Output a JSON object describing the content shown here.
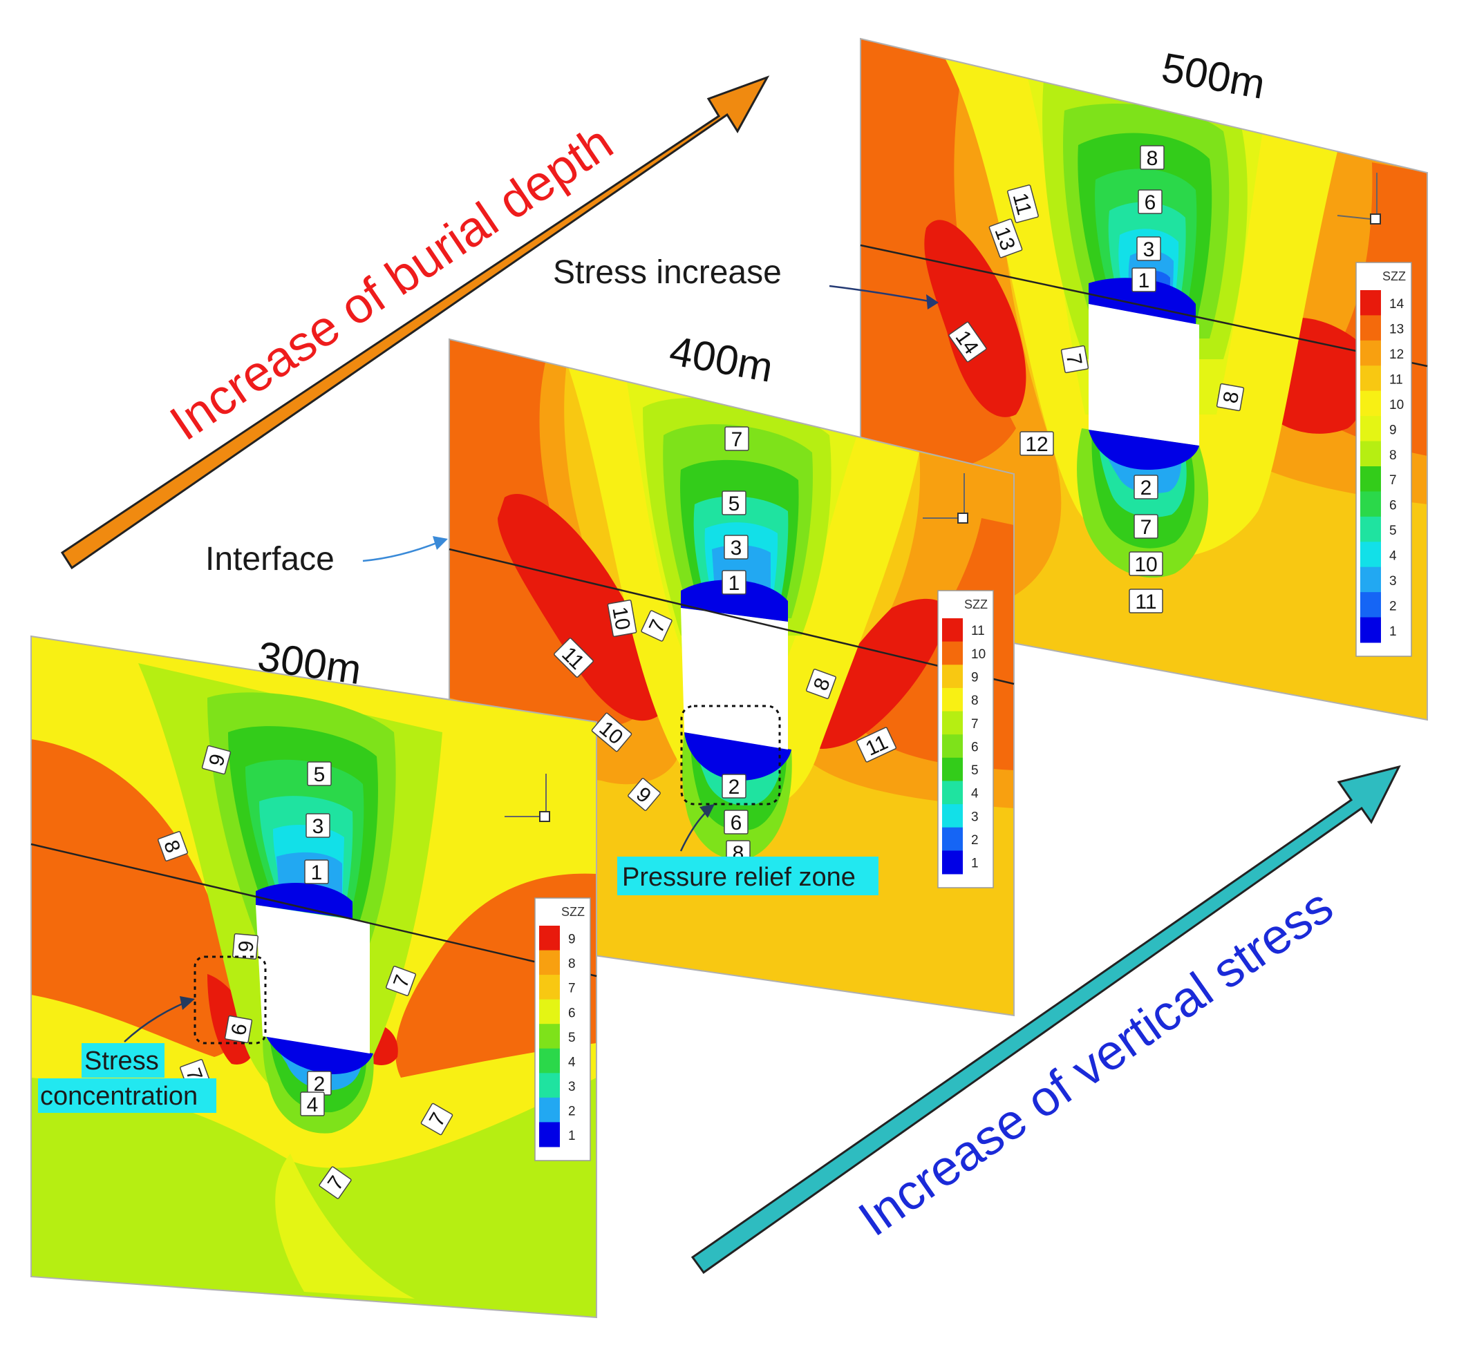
{
  "panels": [
    {
      "id": "p300",
      "title": "300m",
      "legend": {
        "title": "SZZ",
        "ticks": [
          "9",
          "8",
          "7",
          "6",
          "5",
          "4",
          "3",
          "2",
          "1"
        ]
      },
      "contour_labels": [
        "9",
        "5",
        "3",
        "1",
        "8",
        "9",
        "6",
        "7",
        "2",
        "4",
        "7",
        "7",
        "7"
      ]
    },
    {
      "id": "p400",
      "title": "400m",
      "legend": {
        "title": "SZZ",
        "ticks": [
          "11",
          "10",
          "9",
          "8",
          "7",
          "6",
          "5",
          "4",
          "3",
          "2",
          "1"
        ]
      },
      "contour_labels": [
        "7",
        "5",
        "3",
        "1",
        "10",
        "7",
        "11",
        "8",
        "10",
        "11",
        "9",
        "2",
        "6",
        "8"
      ]
    },
    {
      "id": "p500",
      "title": "500m",
      "legend": {
        "title": "SZZ",
        "ticks": [
          "14",
          "13",
          "12",
          "11",
          "10",
          "9",
          "8",
          "7",
          "6",
          "5",
          "4",
          "3",
          "2",
          "1"
        ]
      },
      "contour_labels": [
        "8",
        "6",
        "3",
        "1",
        "11",
        "13",
        "14",
        "7",
        "8",
        "12",
        "2",
        "7",
        "10",
        "11"
      ]
    }
  ],
  "annotations": {
    "stress_increase": "Stress increase",
    "interface": "Interface",
    "pressure_relief": "Pressure relief zone",
    "stress_concentration_1": "Stress",
    "stress_concentration_2": "concentration"
  },
  "arrows": {
    "burial_depth": {
      "label": "Increase of burial depth",
      "color": "#f08a10",
      "text_color": "#ee1c1c"
    },
    "vertical_stress": {
      "label": "Increase of vertical stress",
      "color": "#2ebcc0",
      "text_color": "#1a2ad8"
    }
  },
  "colors": {
    "scale": [
      "#0000e6",
      "#1565f5",
      "#22a8f2",
      "#12e0e8",
      "#1fe3a0",
      "#2bd84a",
      "#33cc1a",
      "#7ee21a",
      "#b6ee12",
      "#e4f514",
      "#f8f014",
      "#f8c812",
      "#f8a010",
      "#f46a0c",
      "#e81a0c"
    ],
    "highlight": "#22e8f0"
  }
}
